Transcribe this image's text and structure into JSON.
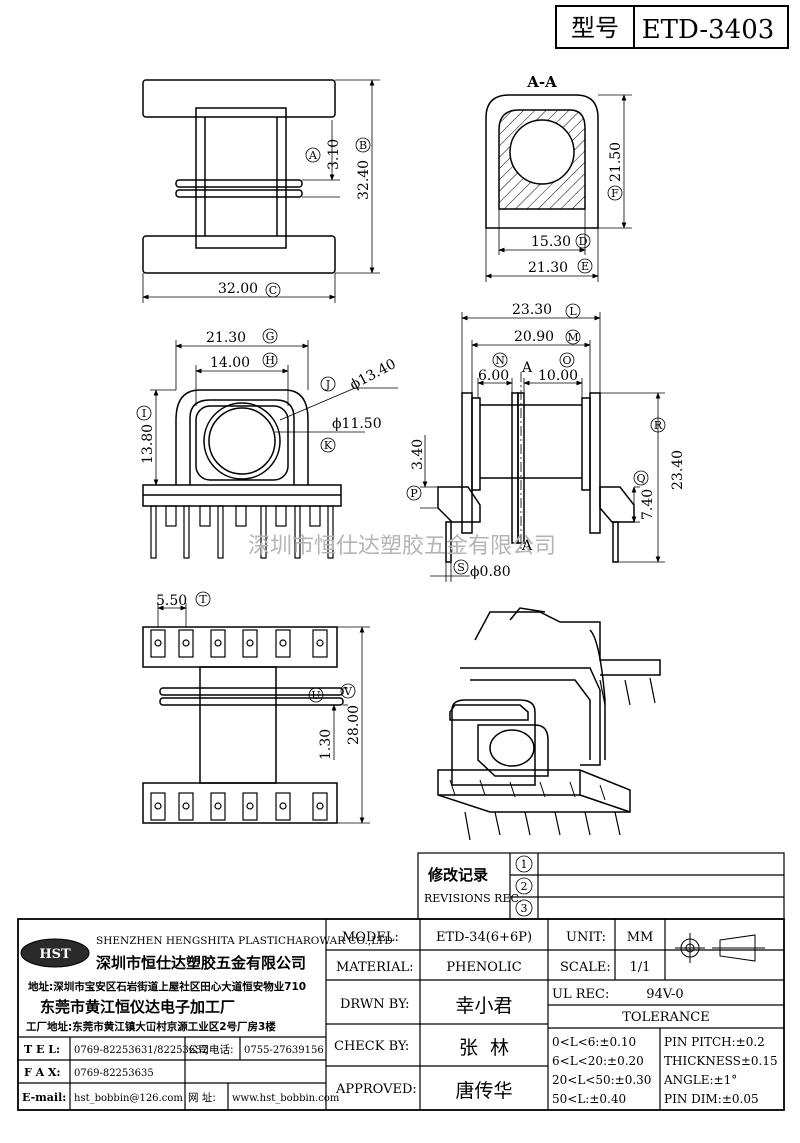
{
  "header": {
    "model_label": "型号",
    "model_value": "ETD-3403"
  },
  "section_label": "A-A",
  "section_marker": "A",
  "dims": {
    "d310": "3.10",
    "d3240": "32.40",
    "d3200": "32.00",
    "d2150": "21.50",
    "d1530": "15.30",
    "d2130e": "21.30",
    "d2330": "23.30",
    "d2090": "20.90",
    "d600": "6.00",
    "d1000": "10.00",
    "d2130g": "21.30",
    "d1400": "14.00",
    "d1340": "ϕ13.40",
    "d1150": "ϕ11.50",
    "d1380": "13.80",
    "d340": "3.40",
    "d2340": "23.40",
    "d740": "7.40",
    "d080": "ϕ0.80",
    "d550": "5.50",
    "d130": "1.30",
    "d2800": "28.00"
  },
  "circles": {
    "A": "A",
    "B": "B",
    "C": "C",
    "D": "D",
    "E": "E",
    "F": "F",
    "G": "G",
    "H": "H",
    "I": "I",
    "J": "J",
    "K": "K",
    "L": "L",
    "M": "M",
    "N": "N",
    "O": "O",
    "P": "P",
    "Q": "Q",
    "R": "R",
    "S": "S",
    "T": "T",
    "U": "U",
    "V": "V"
  },
  "watermark": "深圳市恒仕达塑胶五金有限公司",
  "revisions": {
    "title_cn": "修改记录",
    "title_en": "REVISIONS REC.",
    "rows": [
      "1",
      "2",
      "3"
    ]
  },
  "company": {
    "logo": "HST",
    "name_en": "SHENZHEN HENGSHITA PLASTICHAROWAR CO.,LTD",
    "name_cn": "深圳市恒仕达塑胶五金有限公司",
    "address": "地址:深圳市宝安区石岩街道上屋社区田心大道恒安物业710",
    "factory": "东莞市黄江恒仪达电子加工厂",
    "factory_address": "工厂地址:东莞市黄江镇大冚村京源工业区2号厂房3楼",
    "tel_label": "T E L:",
    "tel": "0769-82253631/82253632",
    "company_tel_label": "公司电话:",
    "company_tel": "0755-27639156",
    "fax_label": "F A X:",
    "fax": "0769-82253635",
    "email_label": "E-mail:",
    "email": "hst_bobbin@126.com",
    "web_label": "网 址:",
    "web": "www.hst_bobbin.com"
  },
  "title_block": {
    "model_label": "MODEL:",
    "model": "ETD-34(6+6P)",
    "material_label": "MATERIAL:",
    "material": "PHENOLIC",
    "drawn_label": "DRWN BY:",
    "drawn": "幸小君",
    "check_label": "CHECK BY:",
    "check": "张  林",
    "approved_label": "APPROVED:",
    "approved": "唐传华",
    "unit_label": "UNIT:",
    "unit": "MM",
    "scale_label": "SCALE:",
    "scale": "1/1",
    "ul_label": "UL REC:",
    "ul": "94V-0",
    "tolerance_label": "TOLERANCE",
    "tol1": "0<L<6:±0.10",
    "tol2": "6<L<20:±0.20",
    "tol3": "20<L<50:±0.30",
    "tol4": "50<L:±0.40",
    "pin_pitch": "PIN PITCH:±0.2",
    "thickness": "THICKNESS±0.15",
    "angle": "ANGLE:±1°",
    "pin_dim": "PIN DIM:±0.05"
  }
}
